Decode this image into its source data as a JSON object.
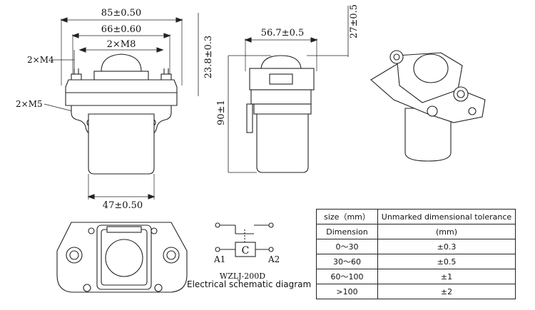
{
  "dimensions": {
    "overall_width": "85±0.50",
    "mount_spacing": "66±0.60",
    "terminal_spacing": "2×M8",
    "small_terminal": "2×M4",
    "mount_holes": "2×M5",
    "coil_width": "47±0.50",
    "side_width": "56.7±0.5",
    "top_height": "23.8±0.3",
    "cap_height": "27±0.5",
    "total_height": "90±1"
  },
  "schematic": {
    "coil_label": "C",
    "terminal_a1": "A1",
    "terminal_a2": "A2",
    "model": "WZLJ-200D",
    "caption": "Electrical schematic diagram"
  },
  "tolerance_table": {
    "header_col1_line1": "size（mm）",
    "header_col1_line2": "Dimension",
    "header_col2_line1": "Unmarked dimensional tolerance",
    "header_col2_line2": "(mm)",
    "rows": [
      {
        "range": "0～30",
        "tol": "±0.3"
      },
      {
        "range": "30～60",
        "tol": "±0.5"
      },
      {
        "range": "60～100",
        "tol": "±1"
      },
      {
        "range": ">100",
        "tol": "±2"
      }
    ]
  }
}
